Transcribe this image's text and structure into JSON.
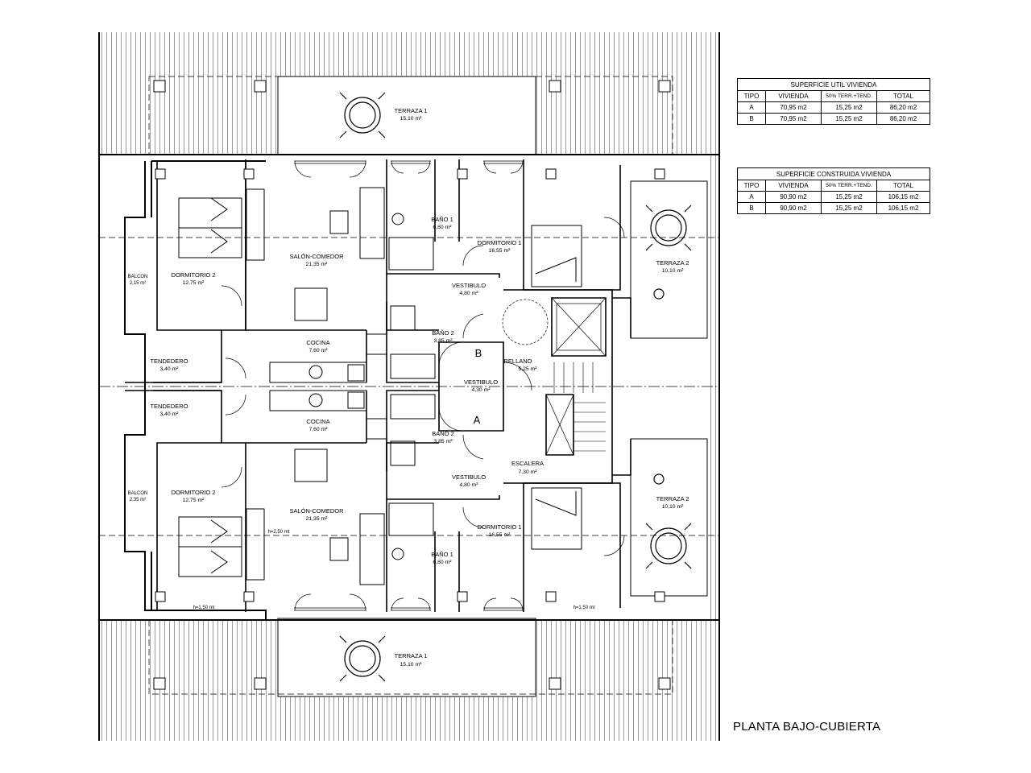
{
  "title": "PLANTA BAJO-CUBIERTA",
  "tables": {
    "util": {
      "caption": "SUPERFICIE UTIL VIVIENDA",
      "headers": [
        "TIPO",
        "VIVIENDA",
        "50% TERR.+TEND.",
        "TOTAL"
      ],
      "rows": [
        [
          "A",
          "70,95 m2",
          "15,25 m2",
          "86,20 m2"
        ],
        [
          "B",
          "70,95 m2",
          "15,25 m2",
          "86,20 m2"
        ]
      ]
    },
    "construida": {
      "caption": "SUPERFICIE CONSTRUIDA VIVIENDA",
      "headers": [
        "TIPO",
        "VIVIENDA",
        "50% TERR.+TEND.",
        "TOTAL"
      ],
      "rows": [
        [
          "A",
          "90,90 m2",
          "15,25 m2",
          "106,15 m2"
        ],
        [
          "B",
          "90,90 m2",
          "15,25 m2",
          "106,15 m2"
        ]
      ]
    }
  },
  "rooms": {
    "terraza1_top": {
      "name": "TERRAZA 1",
      "area": "15,10 m²"
    },
    "terraza1_bottom": {
      "name": "TERRAZA 1",
      "area": "15,10 m²"
    },
    "terraza2_top": {
      "name": "TERRAZA 2",
      "area": "10,10 m²"
    },
    "terraza2_bottom": {
      "name": "TERRAZA 2",
      "area": "10,10 m²"
    },
    "balcon_top": {
      "name": "BALCON",
      "area": "2,15 m²"
    },
    "balcon_bottom": {
      "name": "BALCON",
      "area": "2,35 m²"
    },
    "dormitorio2_top": {
      "name": "DORMITORIO 2",
      "area": "12,75 m²"
    },
    "dormitorio2_bottom": {
      "name": "DORMITORIO 2",
      "area": "12,75 m²"
    },
    "salon_top": {
      "name": "SALÓN-COMEDOR",
      "area": "21,35 m²"
    },
    "salon_bottom": {
      "name": "SALÓN-COMEDOR",
      "area": "21,35 m²"
    },
    "bano1_top": {
      "name": "BAÑO 1",
      "area": "6,80 m²"
    },
    "bano1_bottom": {
      "name": "BAÑO 1",
      "area": "6,80 m²"
    },
    "dormitorio1_top": {
      "name": "DORMITORIO 1",
      "area": "16,55 m²"
    },
    "dormitorio1_bottom": {
      "name": "DORMITORIO 1",
      "area": "16,55 m²"
    },
    "vestibulo_top": {
      "name": "VESTIBULO",
      "area": "4,80 m²"
    },
    "vestibulo_bottom": {
      "name": "VESTIBULO",
      "area": "4,80 m²"
    },
    "bano2_top": {
      "name": "BAÑO 2",
      "area": "3,85 m²"
    },
    "bano2_bottom": {
      "name": "BAÑO 2",
      "area": "3,85 m²"
    },
    "cocina_top": {
      "name": "COCINA",
      "area": "7,60 m²"
    },
    "cocina_bottom": {
      "name": "COCINA",
      "area": "7,60 m²"
    },
    "tendedero_top": {
      "name": "TENDEDERO",
      "area": "3,40 m²"
    },
    "tendedero_bottom": {
      "name": "TENDEDERO",
      "area": "3,40 m²"
    },
    "rellano": {
      "name": "RELLANO",
      "area": "5,25 m²"
    },
    "vestibulo_comun": {
      "name": "VESTIBULO",
      "area": "4,30 m²"
    },
    "escalera": {
      "name": "ESCALERA",
      "area": "7,30 m²"
    }
  },
  "labels": {
    "unit_b": "B",
    "unit_a": "A",
    "height_250": "h=2,50 mt",
    "height_150_left": "h=1,50 mt",
    "height_150_right": "h=1,50 mt"
  }
}
